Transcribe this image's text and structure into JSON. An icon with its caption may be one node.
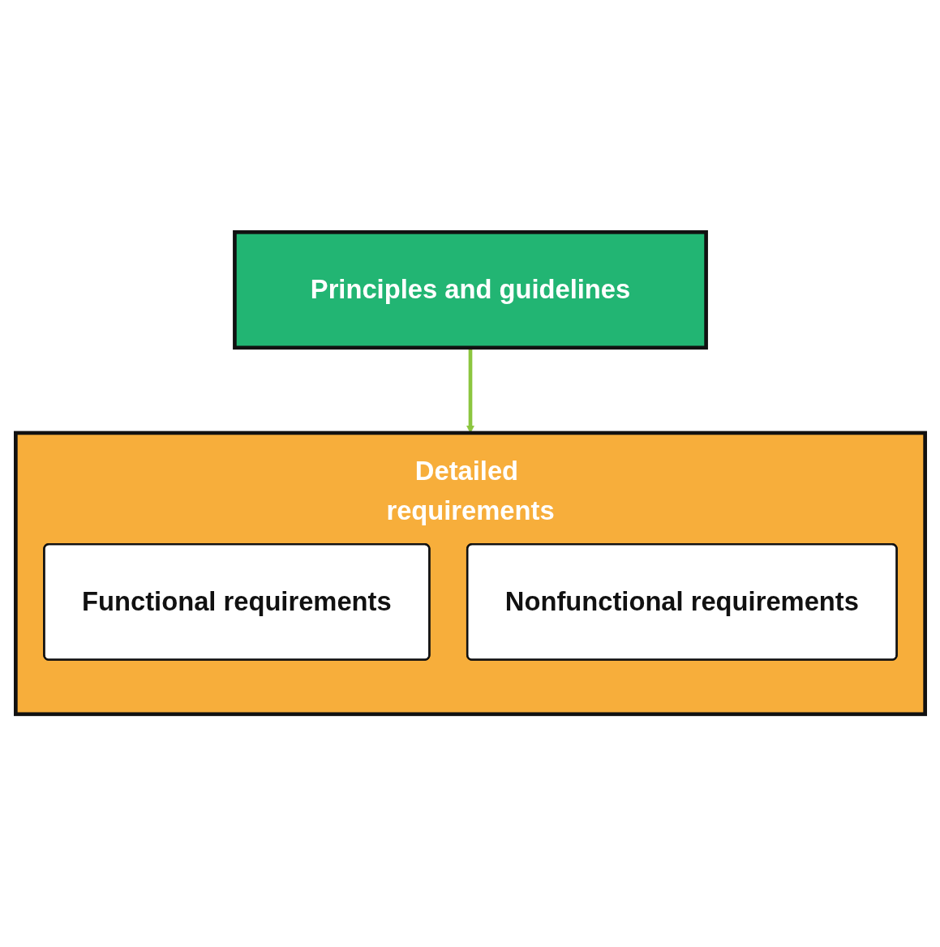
{
  "diagram": {
    "nodes": [
      {
        "text": [
          "Principles and guidelines"
        ]
      },
      {
        "text": [
          "Detailed requirements"
        ]
      },
      {
        "text": [
          "Functional requirements"
        ],
        "in": 1
      },
      {
        "text": [
          "Nonfunctional requirements"
        ],
        "in": 1
      }
    ],
    "edges": [
      {
        "from": 0,
        "to": 1,
        "arrow": "to",
        "color": "#8cc63f"
      }
    ]
  }
}
